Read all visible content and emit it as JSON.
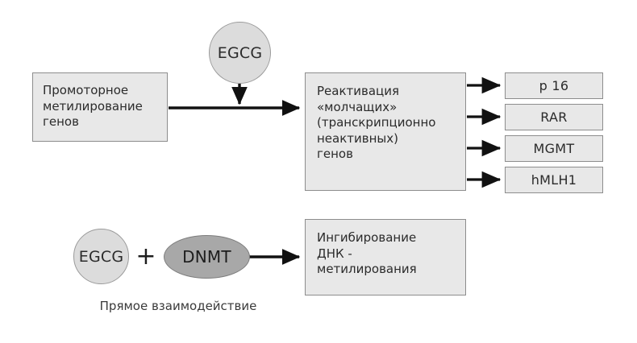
{
  "diagram": {
    "title_visible": false,
    "background_color": "#ffffff",
    "palette": {
      "box_fill": "#e8e8e8",
      "box_stroke": "#8d8d8d",
      "circle_fill": "#dcdcdc",
      "circle_stroke": "#9a9a9a",
      "ellipse_fill": "#a8a8a8",
      "ellipse_stroke": "#7d7d7d",
      "arrow_color": "#111111",
      "text_color": "#2b2b2b"
    },
    "nodes": {
      "promoter_methylation": {
        "label": "Промоторное\nметилирование\nгенов",
        "shape": "rectangle"
      },
      "egcg_top": {
        "label": "EGCG",
        "shape": "circle"
      },
      "reactivation": {
        "label": "Реактивация\n«молчащих»\n(транскрипционно\nнеактивных)\nгенов",
        "shape": "rectangle"
      },
      "egcg_bottom": {
        "label": "EGCG",
        "shape": "circle"
      },
      "plus": {
        "label": "+",
        "shape": "text"
      },
      "dnmt": {
        "label": "DNMT",
        "shape": "ellipse"
      },
      "inhibition": {
        "label": "Ингибирование\nДНК -\nметилирования",
        "shape": "rectangle"
      }
    },
    "genes": [
      {
        "label": "p 16"
      },
      {
        "label": "RAR"
      },
      {
        "label": "MGMT"
      },
      {
        "label": "hMLH1"
      }
    ],
    "captions": {
      "direct_interaction": "Прямое взаимодействие"
    },
    "edges": [
      {
        "from": "promoter_methylation",
        "to": "reactivation",
        "style": "arrow-right"
      },
      {
        "from": "egcg_top",
        "to": "promoter_to_reactivation_edge",
        "style": "arrow-down"
      },
      {
        "from": "reactivation",
        "to": "p 16",
        "style": "arrow-right"
      },
      {
        "from": "reactivation",
        "to": "RAR",
        "style": "arrow-right"
      },
      {
        "from": "reactivation",
        "to": "MGMT",
        "style": "arrow-right"
      },
      {
        "from": "reactivation",
        "to": "hMLH1",
        "style": "arrow-right"
      },
      {
        "from": "dnmt",
        "to": "inhibition",
        "style": "arrow-right"
      }
    ]
  }
}
